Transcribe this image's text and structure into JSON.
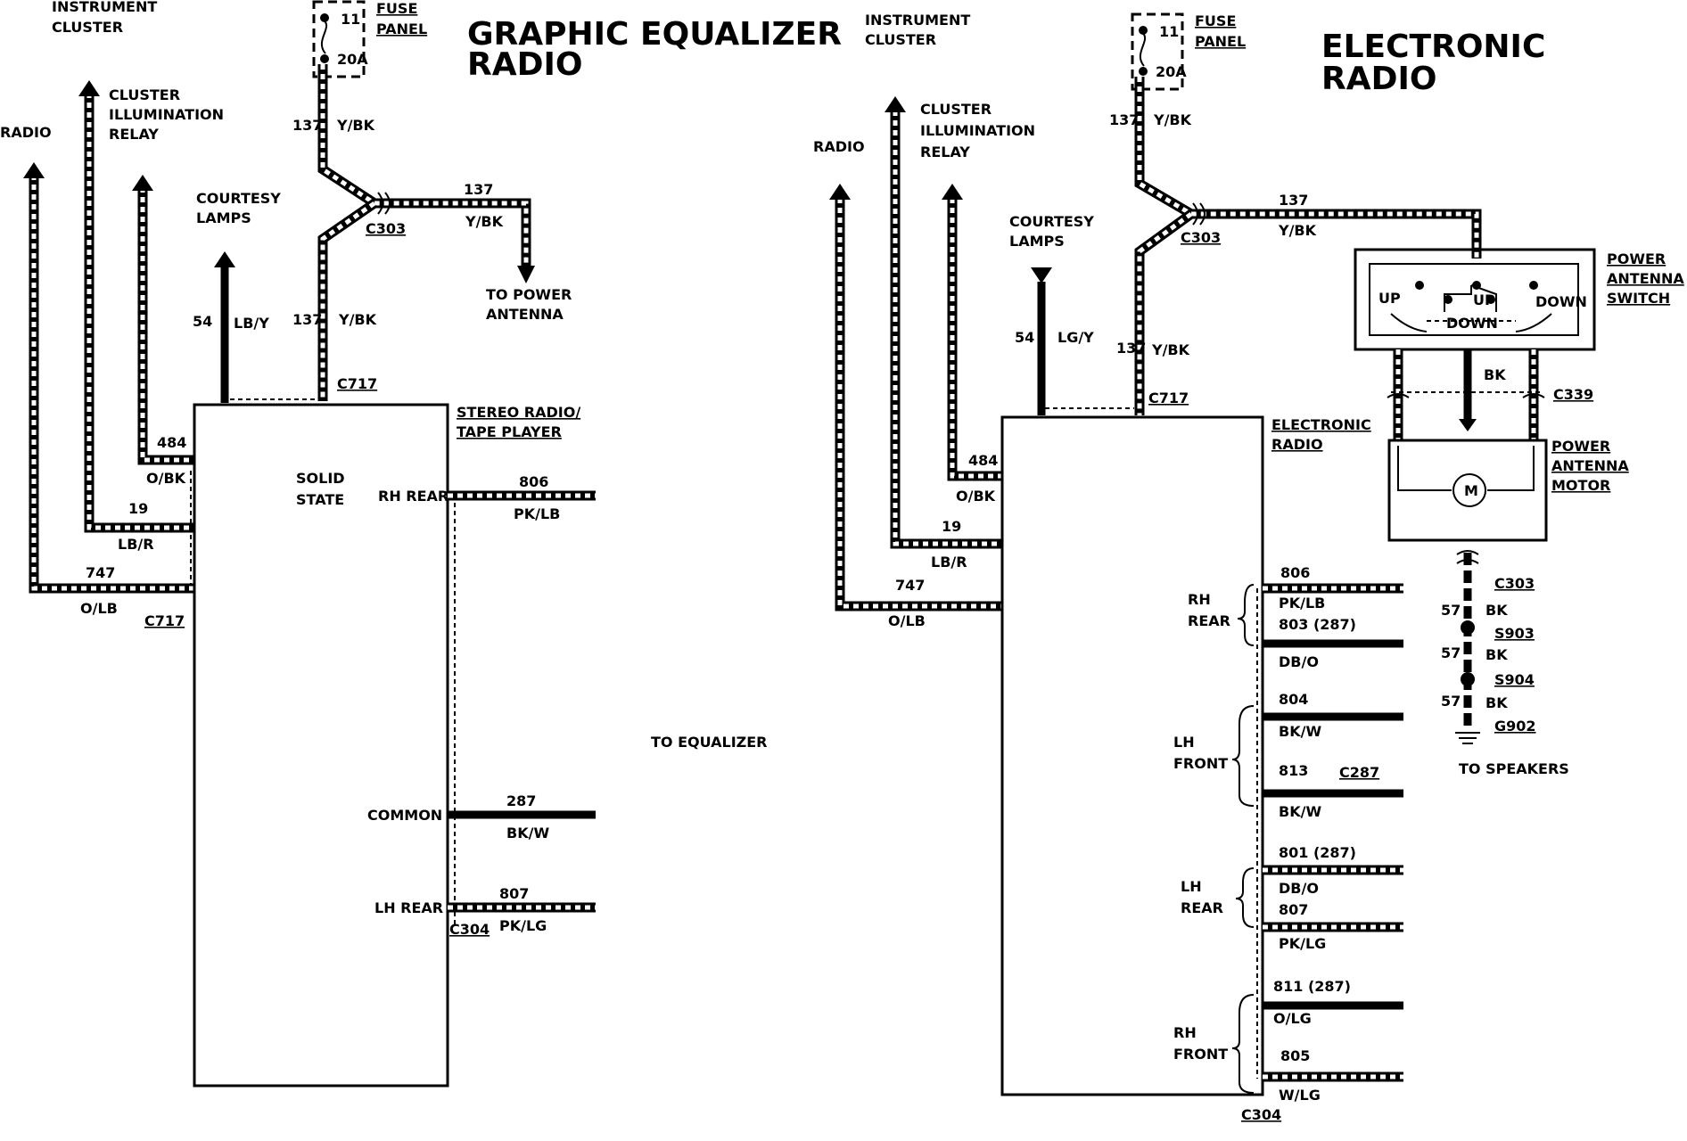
{
  "left": {
    "title_line1": "GRAPHIC EQUALIZER",
    "title_line2": "RADIO",
    "instrument_cluster_1": "INSTRUMENT",
    "instrument_cluster_2": "CLUSTER",
    "fuse_panel_1": "FUSE",
    "fuse_panel_2": "PANEL",
    "fuse_num": "11",
    "fuse_rating": "20A",
    "radio": "RADIO",
    "cluster_illum_1": "CLUSTER",
    "cluster_illum_2": "ILLUMINATION",
    "cluster_illum_3": "RELAY",
    "courtesy_1": "COURTESY",
    "courtesy_2": "LAMPS",
    "w137_top": "137",
    "w137_top_color": "Y/BK",
    "c303": "C303",
    "w137_right": "137",
    "w137_right_color": "Y/BK",
    "to_power_antenna_1": "TO POWER",
    "to_power_antenna_2": "ANTENNA",
    "w54": "54",
    "w54_color": "LB/Y",
    "w137_low": "137",
    "w137_low_color": "Y/BK",
    "c717_top": "C717",
    "stereo_1": "STEREO RADIO/",
    "stereo_2": "TAPE PLAYER",
    "w484": "484",
    "w484_color": "O/BK",
    "w19": "19",
    "w19_color": "LB/R",
    "w747": "747",
    "w747_color": "O/LB",
    "c717_bottom": "C717",
    "solid_1": "SOLID",
    "solid_2": "STATE",
    "rh_rear": "RH REAR",
    "w806": "806",
    "w806_color": "PK/LB",
    "common": "COMMON",
    "w287": "287",
    "w287_color": "BK/W",
    "lh_rear": "LH REAR",
    "w807": "807",
    "w807_color": "PK/LG",
    "c304": "C304",
    "to_equalizer": "TO EQUALIZER"
  },
  "right": {
    "title_line1": "ELECTRONIC",
    "title_line2": "RADIO",
    "instrument_cluster_1": "INSTRUMENT",
    "instrument_cluster_2": "CLUSTER",
    "fuse_panel_1": "FUSE",
    "fuse_panel_2": "PANEL",
    "fuse_num": "11",
    "fuse_rating": "20A",
    "radio": "RADIO",
    "cluster_illum_1": "CLUSTER",
    "cluster_illum_2": "ILLUMINATION",
    "cluster_illum_3": "RELAY",
    "courtesy_1": "COURTESY",
    "courtesy_2": "LAMPS",
    "w137_top": "137",
    "w137_top_color": "Y/BK",
    "c303": "C303",
    "w137_right": "137",
    "w137_right_color": "Y/BK",
    "w54": "54",
    "w54_color": "LG/Y",
    "w137_low": "137",
    "w137_low_color": "Y/BK",
    "c717_top": "C717",
    "electronic_radio_1": "ELECTRONIC",
    "electronic_radio_2": "RADIO",
    "w484": "484",
    "w484_color": "O/BK",
    "w19": "19",
    "w19_color": "LB/R",
    "w747": "747",
    "w747_color": "O/LB",
    "pa_switch_1": "POWER",
    "pa_switch_2": "ANTENNA",
    "pa_switch_3": "SWITCH",
    "sw_up_left": "UP",
    "sw_up_mid": "UP",
    "sw_down_right": "DOWN",
    "sw_down_mid": "DOWN",
    "bk": "BK",
    "c339": "C339",
    "pa_motor_1": "POWER",
    "pa_motor_2": "ANTENNA",
    "pa_motor_3": "MOTOR",
    "motor_m": "M",
    "c303_b": "C303",
    "g57_a": "57",
    "g57_a_color": "BK",
    "s903": "S903",
    "g57_b": "57",
    "g57_b_color": "BK",
    "s904": "S904",
    "g57_c": "57",
    "g57_c_color": "BK",
    "g902": "G902",
    "to_speakers": "TO SPEAKERS",
    "rh_rear_1": "RH",
    "rh_rear_2": "REAR",
    "w806": "806",
    "w806_color": "PK/LB",
    "w803": "803 (287)",
    "w803_color": "DB/O",
    "lh_front_1": "LH",
    "lh_front_2": "FRONT",
    "w804": "804",
    "w804_color": "BK/W",
    "w813": "813",
    "c287": "C287",
    "w813_color": "BK/W",
    "lh_rear_1": "LH",
    "lh_rear_2": "REAR",
    "w801": "801 (287)",
    "w801_color": "DB/O",
    "w807": "807",
    "w807_color": "PK/LG",
    "rh_front_1": "RH",
    "rh_front_2": "FRONT",
    "w811": "811 (287)",
    "w811_color": "O/LG",
    "w805": "805",
    "w805_color": "W/LG",
    "c304": "C304"
  }
}
